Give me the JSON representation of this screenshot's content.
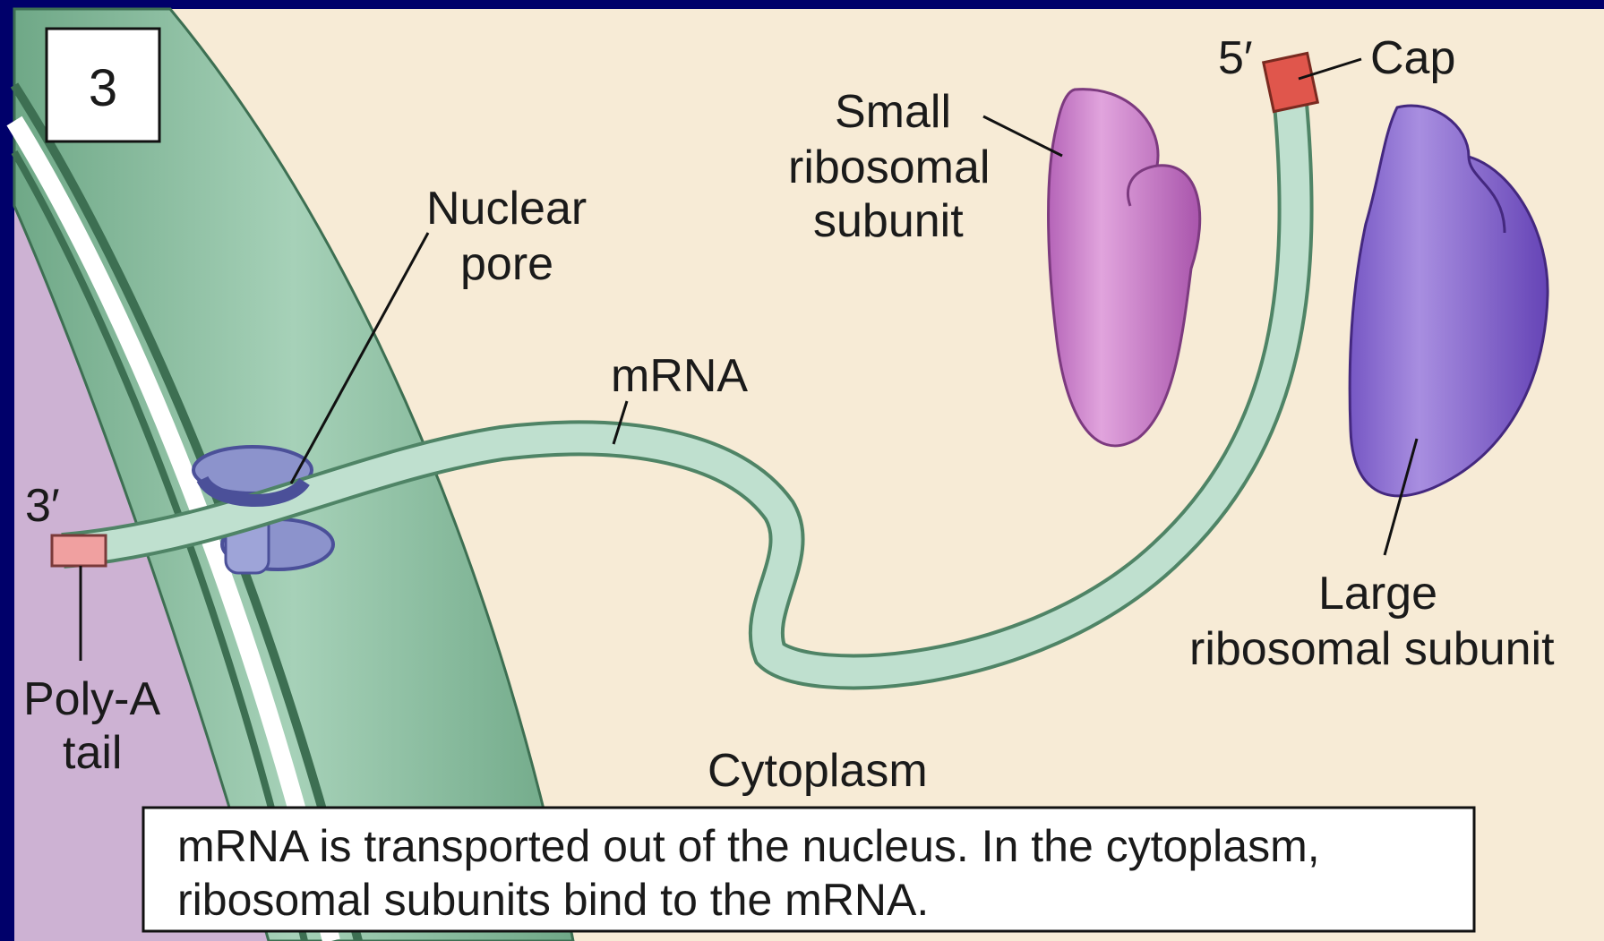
{
  "panel": {
    "step_number": "3"
  },
  "labels": {
    "nuclear_pore_line1": "Nuclear",
    "nuclear_pore_line2": "pore",
    "mrna": "mRNA",
    "three_prime": "3′",
    "five_prime": "5′",
    "cap": "Cap",
    "poly_a_line1": "Poly-A",
    "poly_a_line2": "tail",
    "small_subunit_line1": "Small",
    "small_subunit_line2": "ribosomal",
    "small_subunit_line3": "subunit",
    "large_subunit_line1": "Large",
    "large_subunit_line2": "ribosomal subunit",
    "cytoplasm": "Cytoplasm"
  },
  "caption": {
    "line1": "mRNA is transported out of the nucleus. In the cytoplasm,",
    "line2": "ribosomal subunits bind to the mRNA."
  },
  "colors": {
    "frame": "#00006a",
    "cytoplasm_bg": "#f7ebd6",
    "nucleus": "#cdb2d3",
    "envelope": "#8fc1a4",
    "mrna": "#bfe0cf",
    "cap": "#e0564c",
    "poly_a": "#f0a0a0",
    "small_subunit": "#c87bc8",
    "large_subunit": "#8a6cd0",
    "pore": "#8c93cc"
  }
}
